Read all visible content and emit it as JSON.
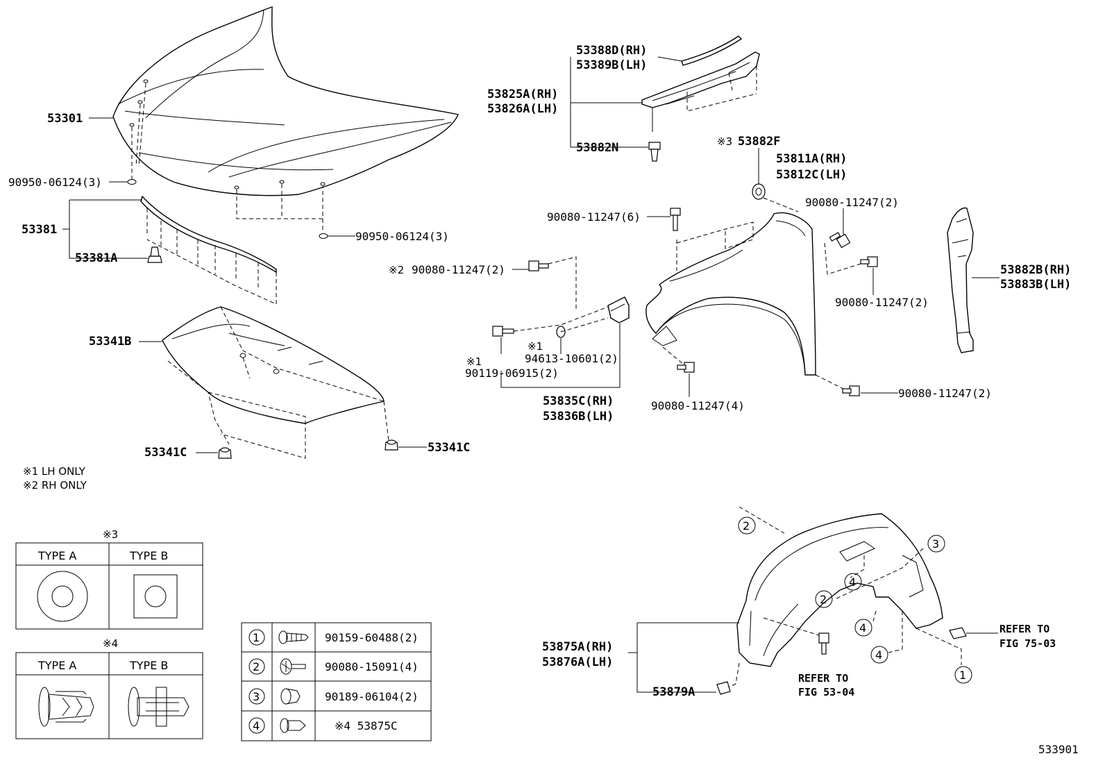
{
  "labels": {
    "hood": "53301",
    "hood_grommet_left": "90950-06124(3)",
    "hood_grommet_right": "90950-06124(3)",
    "seal": "53381",
    "seal_clip": "53381A",
    "insulator": "53341B",
    "insulator_clip_left": "53341C",
    "insulator_clip_right": "53341C",
    "note1": "※1 LH ONLY",
    "note2": "※2 RH ONLY",
    "cowl_seal_rh": "53388D(RH)",
    "cowl_seal_lh": "53389B(LH)",
    "cowl_panel_rh": "53825A(RH)",
    "cowl_panel_lh": "53826A(LH)",
    "cowl_clip": "53882N",
    "fender_cushion_mark": "※3",
    "fender_cushion": "53882F",
    "fender_rh": "53811A(RH)",
    "fender_lh": "53812C(LH)",
    "bolt_top_right": "90080-11247(2)",
    "bolt_top_left": "90080-11247(6)",
    "bolt_rh_only_mark": "※2",
    "bolt_rh_only": "90080-11247(2)",
    "bolt_mid_right": "90080-11247(2)",
    "washer_mark": "※1",
    "washer": "94613-10601(2)",
    "screw_mark": "※1",
    "screw": "90119-06915(2)",
    "bracket_rh": "53835C(RH)",
    "bracket_lh": "53836B(LH)",
    "bolt_bottom": "90080-11247(4)",
    "bolt_bottom_right": "90080-11247(2)",
    "seal_side_rh": "53882B(RH)",
    "seal_side_lh": "53883B(LH)",
    "liner_rh": "53875A(RH)",
    "liner_lh": "53876A(LH)",
    "liner_clip": "53879A",
    "refer1_a": "REFER TO",
    "refer1_b": "FIG 53-04",
    "refer2_a": "REFER TO",
    "refer2_b": "FIG 75-03",
    "diagram_id": "533901"
  },
  "type_table_3": {
    "title": "※3",
    "col_a": "TYPE A",
    "col_b": "TYPE B"
  },
  "type_table_4": {
    "title": "※4",
    "col_a": "TYPE A",
    "col_b": "TYPE B"
  },
  "callouts": {
    "c1": "1",
    "c2": "2",
    "c3": "3",
    "c4": "4"
  },
  "fastener_table": [
    {
      "num": "1",
      "icon": "screw-icon",
      "part": "90159-60488(2)"
    },
    {
      "num": "2",
      "icon": "bolt-washer-icon",
      "part": "90080-15091(4)"
    },
    {
      "num": "3",
      "icon": "nut-icon",
      "part": "90189-06104(2)"
    },
    {
      "num": "4",
      "icon": "clip-icon",
      "part": "※4 53875C"
    }
  ]
}
